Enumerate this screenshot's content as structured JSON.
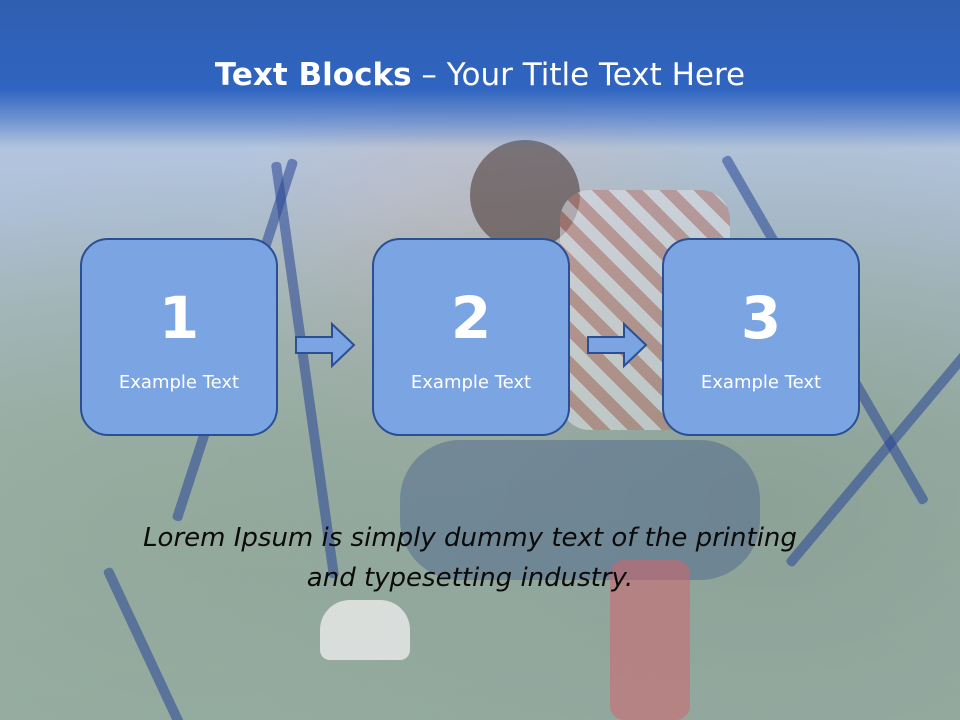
{
  "title": {
    "bold": "Text Blocks",
    "rest": " – Your Title Text Here"
  },
  "blocks": [
    {
      "number": "1",
      "text": "Example Text"
    },
    {
      "number": "2",
      "text": "Example Text"
    },
    {
      "number": "3",
      "text": "Example Text"
    }
  ],
  "caption": {
    "line1": "Lorem Ipsum is simply dummy text of the printing",
    "line2": "and typesetting industry."
  },
  "colors": {
    "title_band": "#2f64c0",
    "block_fill": "#7ba4e2",
    "block_border": "#2b4f95",
    "arrow_fill": "#7ba4e2"
  },
  "icons": {
    "arrow": "right-arrow-icon"
  }
}
